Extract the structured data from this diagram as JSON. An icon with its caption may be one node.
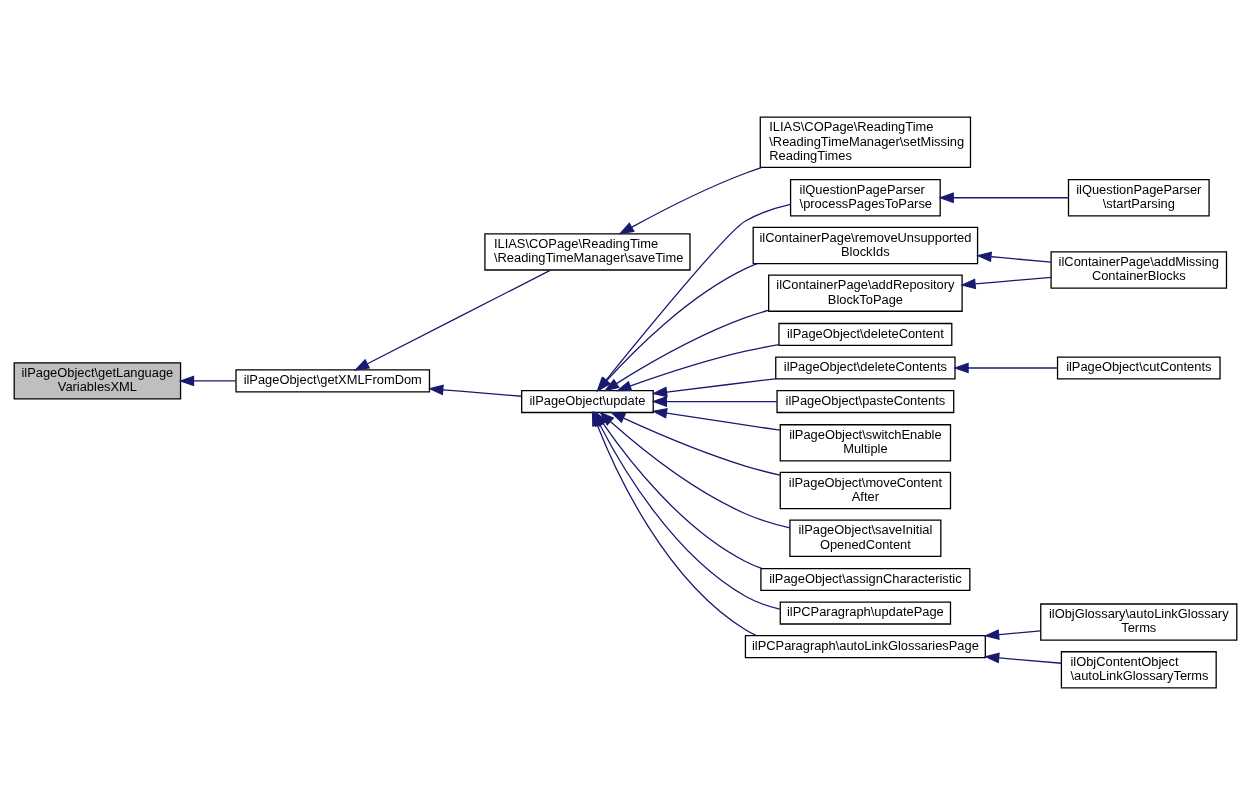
{
  "diagram": {
    "nodes": [
      {
        "text": [
          "ilPageObject\\getLanguage VariablesXML"
        ]
      },
      {
        "text": [
          "ilPageObject\\getXMLFromDom"
        ]
      },
      {
        "text": [
          "ILIAS\\COPage\\ReadingTime \\ReadingTimeManager\\saveTime"
        ]
      },
      {
        "text": [
          "ILIAS\\COPage\\ReadingTime \\ReadingTimeManager\\setMissing ReadingTimes"
        ]
      },
      {
        "text": [
          "ilPageObject\\update"
        ]
      },
      {
        "text": [
          "ilQuestionPageParser \\processPagesToParse"
        ]
      },
      {
        "text": [
          "ilQuestionPageParser \\startParsing"
        ]
      },
      {
        "text": [
          "ilContainerPage\\removeUnsupported BlockIds"
        ]
      },
      {
        "text": [
          "ilContainerPage\\addMissing ContainerBlocks"
        ]
      },
      {
        "text": [
          "ilContainerPage\\addRepository BlockToPage"
        ]
      },
      {
        "text": [
          "ilPageObject\\deleteContent"
        ]
      },
      {
        "text": [
          "ilPageObject\\deleteContents"
        ]
      },
      {
        "text": [
          "ilPageObject\\cutContents"
        ]
      },
      {
        "text": [
          "ilPageObject\\pasteContents"
        ]
      },
      {
        "text": [
          "ilPageObject\\switchEnable Multiple"
        ]
      },
      {
        "text": [
          "ilPageObject\\moveContent After"
        ]
      },
      {
        "text": [
          "ilPageObject\\saveInitial OpenedContent"
        ]
      },
      {
        "text": [
          "ilPageObject\\assignCharacteristic"
        ]
      },
      {
        "text": [
          "ilPCParagraph\\updatePage"
        ]
      },
      {
        "text": [
          "ilPCParagraph\\autoLinkGlossariesPage"
        ]
      },
      {
        "text": [
          "ilObjGlossary\\autoLinkGlossary Terms"
        ]
      },
      {
        "text": [
          "ilObjContentObject \\autoLinkGlossaryTerms"
        ]
      }
    ],
    "edges": [
      {
        "from": 1,
        "to": 0,
        "arrow": "to"
      },
      {
        "from": 2,
        "to": 1,
        "arrow": "to"
      },
      {
        "from": 4,
        "to": 1,
        "arrow": "to"
      },
      {
        "from": 3,
        "to": 2,
        "arrow": "to"
      },
      {
        "from": 5,
        "to": 4,
        "arrow": "to"
      },
      {
        "from": 7,
        "to": 4,
        "arrow": "to"
      },
      {
        "from": 9,
        "to": 4,
        "arrow": "to"
      },
      {
        "from": 10,
        "to": 4,
        "arrow": "to"
      },
      {
        "from": 11,
        "to": 4,
        "arrow": "to"
      },
      {
        "from": 13,
        "to": 4,
        "arrow": "to"
      },
      {
        "from": 14,
        "to": 4,
        "arrow": "to"
      },
      {
        "from": 15,
        "to": 4,
        "arrow": "to"
      },
      {
        "from": 16,
        "to": 4,
        "arrow": "to"
      },
      {
        "from": 17,
        "to": 4,
        "arrow": "to"
      },
      {
        "from": 18,
        "to": 4,
        "arrow": "to"
      },
      {
        "from": 19,
        "to": 4,
        "arrow": "to"
      },
      {
        "from": 6,
        "to": 5,
        "arrow": "to"
      },
      {
        "from": 8,
        "to": 7,
        "arrow": "to"
      },
      {
        "from": 8,
        "to": 9,
        "arrow": "to"
      },
      {
        "from": 12,
        "to": 11,
        "arrow": "to"
      },
      {
        "from": 20,
        "to": 19,
        "arrow": "to"
      },
      {
        "from": 21,
        "to": 19,
        "arrow": "to"
      }
    ]
  }
}
